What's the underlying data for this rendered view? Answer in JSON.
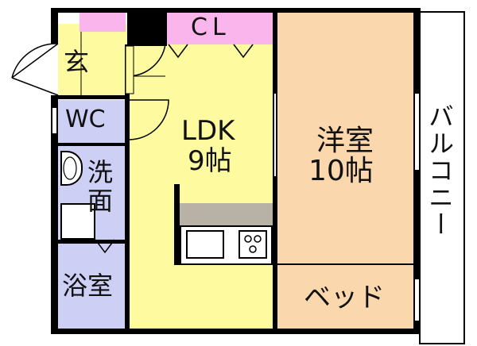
{
  "rooms": {
    "entrance": {
      "label": "玄"
    },
    "wc": {
      "label": "WC"
    },
    "washroom": {
      "label": "洗面"
    },
    "bathroom": {
      "label": "浴室"
    },
    "closet": {
      "label": "CL"
    },
    "ldk": {
      "label": "LDK",
      "size": "9帖"
    },
    "western_room": {
      "label": "洋室",
      "size": "10帖"
    },
    "bed": {
      "label": "ベッド"
    },
    "balcony": {
      "label": "バルコニー"
    }
  },
  "colors": {
    "ldk": "#fdfaa0",
    "western_room": "#fbd7ad",
    "wet_area": "#cdcff5",
    "closet": "#fab5ec",
    "kitchen_counter": "#b8b1a5",
    "wall": "#000000"
  }
}
